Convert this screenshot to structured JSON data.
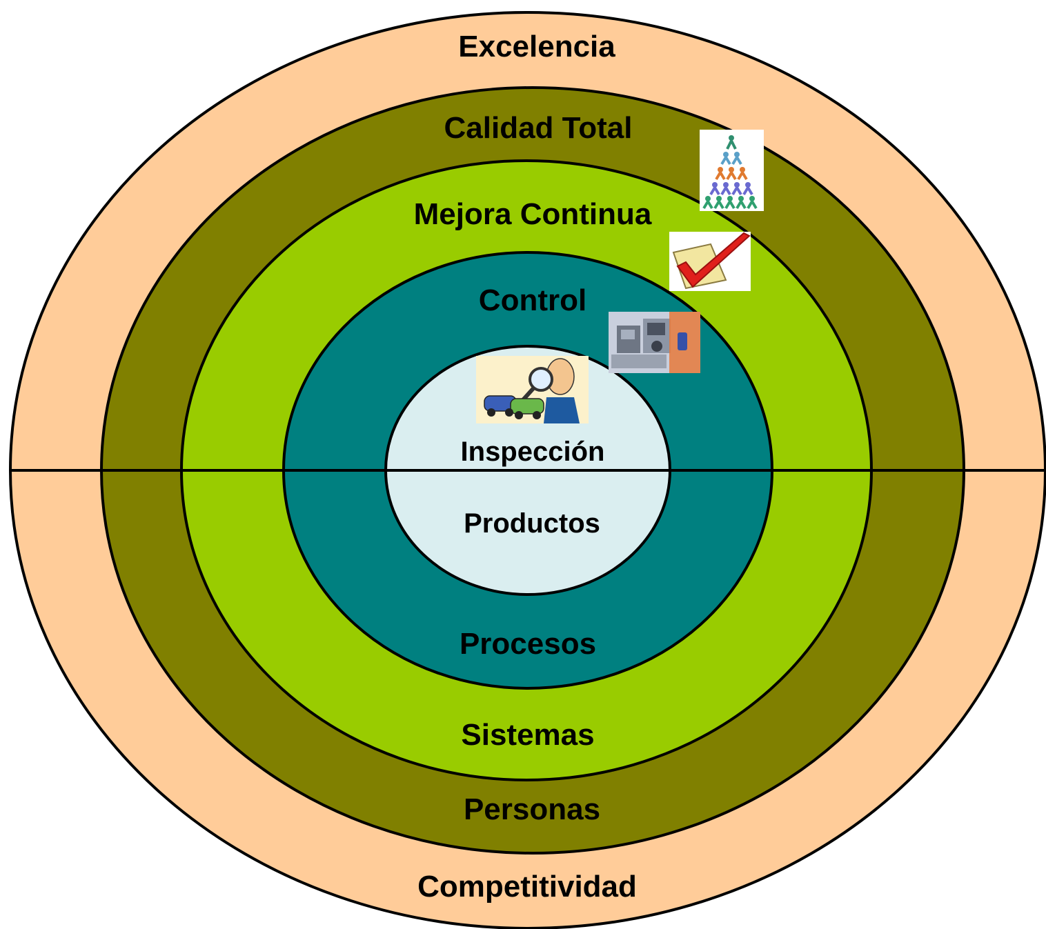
{
  "colors": {
    "ring_1": "#FFCC99",
    "ring_2": "#808000",
    "ring_3": "#99CC00",
    "ring_4": "#008080",
    "ring_5": "#DAEEF0",
    "outline": "#000000"
  },
  "upper_labels": {
    "ring_1": "Excelencia",
    "ring_2": "Calidad Total",
    "ring_3": "Mejora Continua",
    "ring_4": "Control",
    "ring_5": "Inspección"
  },
  "lower_labels": {
    "ring_5": "Productos",
    "ring_4": "Procesos",
    "ring_3": "Sistemas",
    "ring_2": "Personas",
    "ring_1": "Competitividad"
  },
  "icons": {
    "pyramid": "people-pyramid-icon",
    "checkmark": "checkmark-icon",
    "machinery": "machinery-photo-icon",
    "inspector": "inspector-magnifier-icon"
  }
}
